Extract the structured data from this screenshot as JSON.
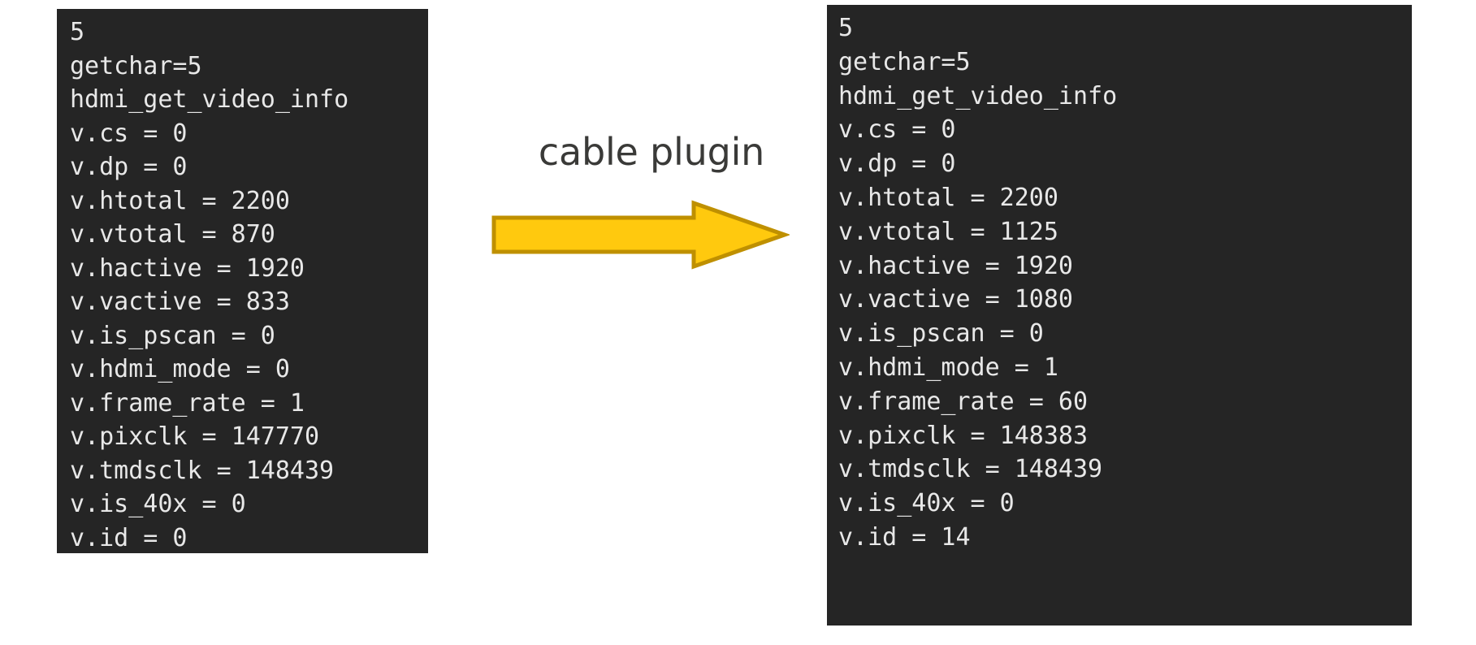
{
  "page": {
    "background_color": "#ffffff",
    "terminal_background": "#252525",
    "terminal_text_color": "#e8e8e8"
  },
  "annotation": {
    "label": "cable plugin",
    "label_color": "#3a3a38",
    "arrow": {
      "icon": "right-arrow-icon",
      "fill_color": "#FFC90E",
      "stroke_color": "#BF9000",
      "direction": "right"
    }
  },
  "left_terminal": {
    "name": "before-cable-plugin-console",
    "lines": [
      "5",
      "getchar=5",
      "hdmi_get_video_info",
      "v.cs = 0",
      "v.dp = 0",
      "v.htotal = 2200",
      "v.vtotal = 870",
      "v.hactive = 1920",
      "v.vactive = 833",
      "v.is_pscan = 0",
      "v.hdmi_mode = 0",
      "v.frame_rate = 1",
      "v.pixclk = 147770",
      "v.tmdsclk = 148439",
      "v.is_40x = 0",
      "v.id = 0"
    ],
    "values": {
      "cs": "0",
      "dp": "0",
      "htotal": "2200",
      "vtotal": "870",
      "hactive": "1920",
      "vactive": "833",
      "is_pscan": "0",
      "hdmi_mode": "0",
      "frame_rate": "1",
      "pixclk": "147770",
      "tmdsclk": "148439",
      "is_40x": "0",
      "id": "0",
      "getchar": "5"
    }
  },
  "right_terminal": {
    "name": "after-cable-plugin-console",
    "lines": [
      "5",
      "getchar=5",
      "hdmi_get_video_info",
      "v.cs = 0",
      "v.dp = 0",
      "v.htotal = 2200",
      "v.vtotal = 1125",
      "v.hactive = 1920",
      "v.vactive = 1080",
      "v.is_pscan = 0",
      "v.hdmi_mode = 1",
      "v.frame_rate = 60",
      "v.pixclk = 148383",
      "v.tmdsclk = 148439",
      "v.is_40x = 0",
      "v.id = 14"
    ],
    "values": {
      "cs": "0",
      "dp": "0",
      "htotal": "2200",
      "vtotal": "1125",
      "hactive": "1920",
      "vactive": "1080",
      "is_pscan": "0",
      "hdmi_mode": "1",
      "frame_rate": "60",
      "pixclk": "148383",
      "tmdsclk": "148439",
      "is_40x": "0",
      "id": "14",
      "getchar": "5"
    }
  }
}
